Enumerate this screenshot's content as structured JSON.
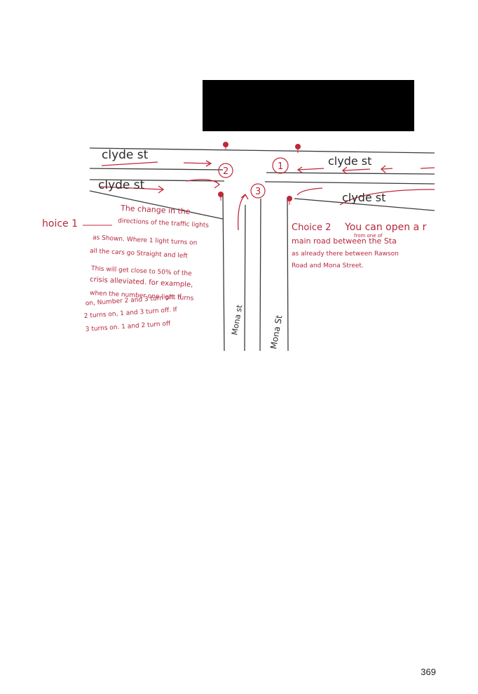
{
  "roads": {
    "top_left": "clyde st",
    "top_right": "clyde st",
    "mid_left": "clyde st",
    "mid_right": "clyde st",
    "vertical_left": "Mona st",
    "vertical_right": "Mona St"
  },
  "markers": [
    "1",
    "2",
    "3"
  ],
  "choice1": {
    "label": "hoice 1",
    "lines": [
      "The change in the",
      "directions of the traffic lights",
      "as Shown. Where 1 light turns on",
      "all the cars go Straight and left",
      "This will get close to 50% of the",
      "crisis alleviated. for example,",
      "when the number one light turns",
      "on, Number 2 and 3 turn off. If",
      "2 turns on, 1 and 3 turn off. If",
      "3 turns on. 1 and 2 turn off"
    ]
  },
  "choice2": {
    "label": "Choice 2",
    "lines": [
      "You can open a r",
      "main road between the Sta",
      "as already there between Rawson",
      "Road and Mona Street."
    ],
    "insert_note": "from one of"
  },
  "page_number": "369",
  "colors": {
    "ink_red": "#b5283c",
    "pencil": "#2a2a2a",
    "redaction": "#000000"
  }
}
